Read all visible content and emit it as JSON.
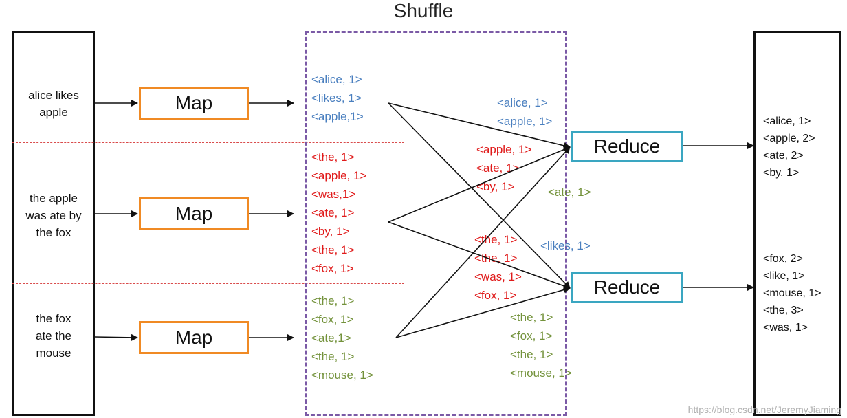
{
  "title": "Shuffle",
  "inputs": [
    "alice likes\napple",
    "the apple\nwas ate by\nthe fox",
    "the fox\nate the\nmouse"
  ],
  "map_label": "Map",
  "reduce_label": "Reduce",
  "map_outputs": [
    {
      "color": "#4a7fbf",
      "items": [
        "<alice, 1>",
        "<likes, 1>",
        "<apple,1>"
      ]
    },
    {
      "color": "#e01b1b",
      "items": [
        "<the, 1>",
        "<apple, 1>",
        "<was,1>",
        "<ate, 1>",
        "<by, 1>",
        "<the, 1>",
        "<fox, 1>"
      ]
    },
    {
      "color": "#73923b",
      "items": [
        "<the, 1>",
        "<fox, 1>",
        "<ate,1>",
        "<the, 1>",
        "<mouse, 1>"
      ]
    }
  ],
  "shuffle_groups": {
    "top_blue": [
      "<alice, 1>",
      "<apple, 1>"
    ],
    "top_red": [
      "<apple, 1>",
      "<ate, 1>",
      "<by, 1>"
    ],
    "top_green": [
      "<ate, 1>"
    ],
    "bottom_blue": [
      "<likes, 1>"
    ],
    "bottom_red": [
      "<the, 1>",
      "<the, 1>",
      "<was, 1>",
      "<fox, 1>"
    ],
    "bottom_green": [
      "<the, 1>",
      "<fox, 1>",
      "<the, 1>",
      "<mouse, 1>"
    ]
  },
  "reduce_outputs": [
    [
      "<alice, 1>",
      "<apple, 2>",
      "<ate, 2>",
      "<by, 1>"
    ],
    [
      "<fox, 2>",
      "<like, 1>",
      "<mouse, 1>",
      "<the, 3>",
      "<was, 1>"
    ]
  ],
  "watermark": "https://blog.csdn.net/JeremyJiaming",
  "colors": {
    "map_border": "#f08a24",
    "reduce_border": "#3aa6c1",
    "shuffle_border": "#7b5aa6"
  }
}
